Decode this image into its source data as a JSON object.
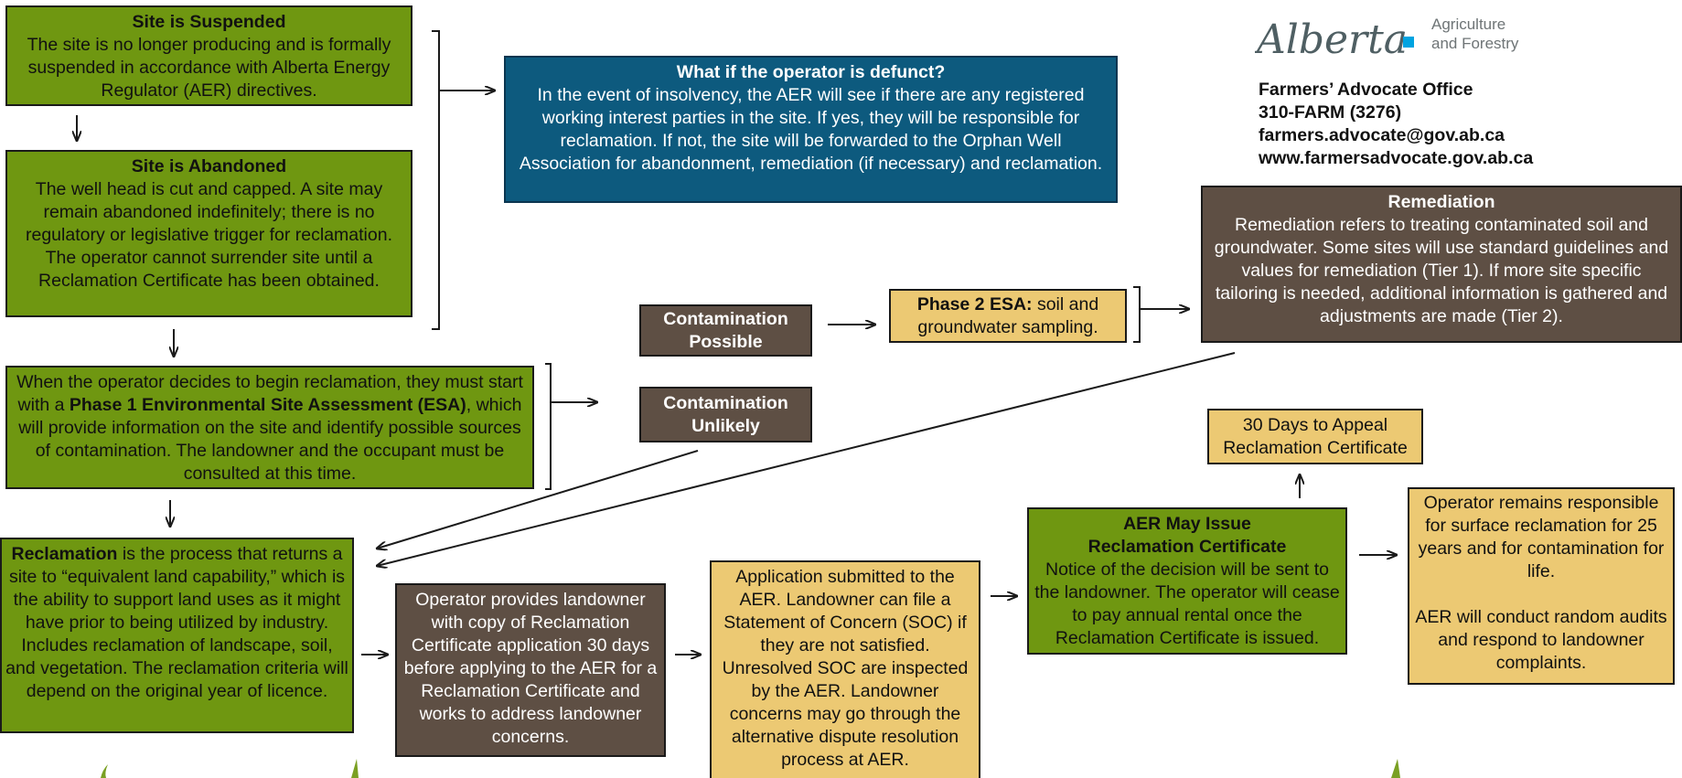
{
  "logo": {
    "wordmark": "Alberta",
    "sub1": "Agriculture",
    "sub2": "and Forestry"
  },
  "contact": {
    "office": "Farmers’ Advocate Office",
    "phone": "310-FARM (3276)",
    "email": "farmers.advocate@gov.ab.ca",
    "web": "www.farmersadvocate.gov.ab.ca"
  },
  "suspended": {
    "title": "Site is Suspended",
    "body": "The site is no longer producing and is formally suspended in accordance with Alberta Energy Regulator (AER) directives."
  },
  "abandoned": {
    "title": "Site is Abandoned",
    "body": "The well head is cut and capped. A site may remain abandoned indefinitely; there is no regulatory or legislative trigger for reclamation. The operator cannot surrender site until a Reclamation Certificate has been obtained."
  },
  "defunct": {
    "title": "What if the operator is defunct?",
    "body": "In the event of insolvency, the AER will see if there are any registered working interest parties in the site. If yes, they will be responsible for reclamation. If not, the site will be forwarded to the Orphan Well Association for abandonment, remediation (if necessary) and reclamation."
  },
  "phase1": {
    "part1": "When the operator decides to begin reclamation, they must start with a ",
    "bold": "Phase 1 Environmental Site Assessment (ESA)",
    "part2": ", which will provide information on the site and identify possible sources of contamination. The landowner and the occupant must be consulted at this time."
  },
  "contam_possible": {
    "label": "Contamination Possible"
  },
  "contam_unlikely": {
    "label": "Contamination Unlikely"
  },
  "phase2": {
    "bold": "Phase 2 ESA:",
    "text": " soil and groundwater sampling."
  },
  "remediation": {
    "title": "Remediation",
    "body": "Remediation refers to treating contaminated soil and groundwater. Some sites will use standard guidelines and values for remediation (Tier 1). If more site specific tailoring is needed, additional information is gathered and adjustments are made (Tier 2)."
  },
  "reclamation": {
    "bold": "Reclamation",
    "text": " is the process that returns a site to “equivalent land capability,” which is the ability to support land uses as it might have prior to being utilized by industry. Includes reclamation of landscape, soil, and vegetation. The reclamation criteria will depend on the original year of licence."
  },
  "operator_provides": {
    "body": "Operator provides landowner with copy of Reclamation Certificate application 30 days before applying to the AER for a Reclamation Certificate and works to address landowner concerns."
  },
  "application": {
    "body": "Application submitted to the AER. Landowner can file a Statement of Concern (SOC) if they are not satisfied. Unresolved SOC are inspected by the AER. Landowner concerns may go through the alternative dispute resolution process at AER."
  },
  "aer_issue": {
    "title1": "AER May Issue",
    "title2": "Reclamation Certificate",
    "body": "Notice of the decision will be sent to the landowner. The operator will cease to pay annual rental once the Reclamation Certificate is issued."
  },
  "appeal": {
    "body": "30 Days to Appeal Reclamation Certificate"
  },
  "responsible": {
    "p1": "Operator remains responsible for surface reclamation for 25 years and for contamination for life.",
    "p2": "AER will conduct random audits and respond to landowner complaints."
  }
}
